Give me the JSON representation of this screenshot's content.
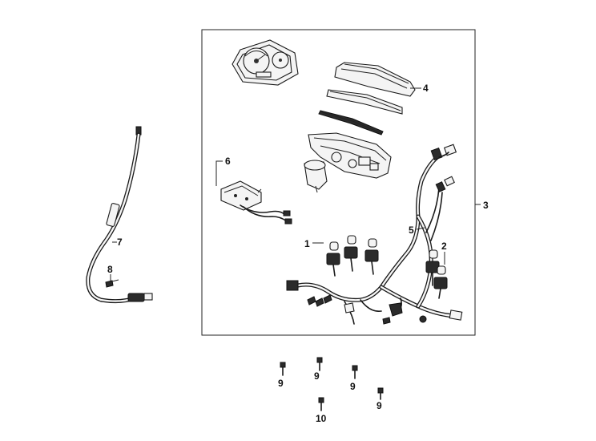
{
  "callouts": [
    {
      "id": "1",
      "text": "1"
    },
    {
      "id": "2",
      "text": "2"
    },
    {
      "id": "3",
      "text": "3"
    },
    {
      "id": "4",
      "text": "4"
    },
    {
      "id": "5",
      "text": "5"
    },
    {
      "id": "6",
      "text": "6"
    },
    {
      "id": "7",
      "text": "7"
    },
    {
      "id": "8",
      "text": "8"
    },
    {
      "id": "9a",
      "text": "9"
    },
    {
      "id": "9b",
      "text": "9"
    },
    {
      "id": "9c",
      "text": "9"
    },
    {
      "id": "9d",
      "text": "9"
    },
    {
      "id": "10",
      "text": "10"
    }
  ]
}
